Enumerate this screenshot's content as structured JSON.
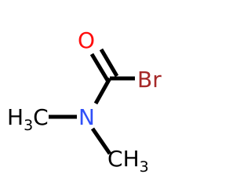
{
  "molecule": {
    "atoms": {
      "oxygen": {
        "symbol": "O",
        "color": "#ff0d0d"
      },
      "bromine": {
        "symbol": "Br",
        "color": "#a62929"
      },
      "nitrogen": {
        "symbol": "N",
        "color": "#3050f8"
      },
      "methyl_left": {
        "element": "H",
        "subscript": "3",
        "carbon": "C",
        "color": "#000000"
      },
      "methyl_right": {
        "carbon": "C",
        "element": "H",
        "subscript": "3",
        "color": "#000000"
      }
    },
    "bond_color": "#000000"
  }
}
